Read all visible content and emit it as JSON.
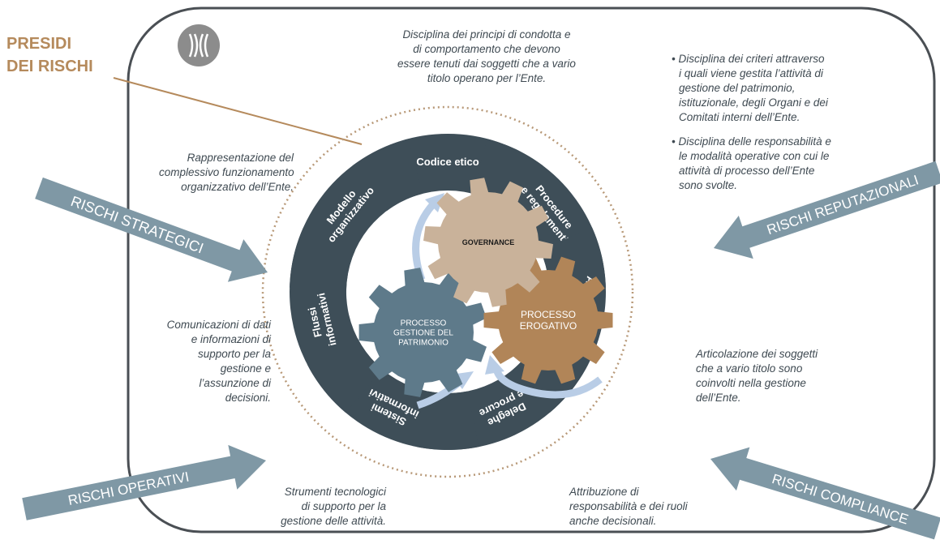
{
  "title": {
    "line1": "PRESIDI",
    "line2": "DEI RISCHI"
  },
  "colors": {
    "slate": "#3e4e58",
    "tan": "#c9b29a",
    "bronze": "#b18558",
    "steel": "#5e7a8a",
    "risk_arrow": "#7f98a5",
    "cycle_arrow": "#b9cde6",
    "dotted": "#b89978",
    "frame": "#4a4f54"
  },
  "logo": {
    "icon": "ornament-logo-icon"
  },
  "segments": [
    {
      "id": "codice-etico",
      "lines": [
        "Codice etico"
      ]
    },
    {
      "id": "procedure",
      "lines": [
        "Procedure",
        "e regolamenti"
      ]
    },
    {
      "id": "assetto",
      "lines": [
        "Assetto e struttura",
        "organizzativa"
      ]
    },
    {
      "id": "deleghe",
      "lines": [
        "Deleghe",
        "e procure"
      ]
    },
    {
      "id": "sistemi",
      "lines": [
        "Sistemi",
        "informativi"
      ]
    },
    {
      "id": "flussi",
      "lines": [
        "Flussi",
        "informativi"
      ]
    },
    {
      "id": "modello",
      "lines": [
        "Modello",
        "organizzativo"
      ]
    }
  ],
  "gears": {
    "governance": [
      "GOVERNANCE"
    ],
    "patrimonio": [
      "PROCESSO",
      "GESTIONE DEL",
      "PATRIMONIO"
    ],
    "erogativo": [
      "PROCESSO",
      "EROGATIVO"
    ]
  },
  "risks": {
    "strategici": "RISCHI STRATEGICI",
    "reputazionali": "RISCHI REPUTAZIONALI",
    "operativi": "RISCHI OPERATIVI",
    "compliance": "RISCHI COMPLIANCE"
  },
  "notes": {
    "codice": [
      "Disciplina dei principi di condotta e",
      "di comportamento che devono",
      "essere tenuti dai soggetti che a vario",
      "titolo operano per l’Ente."
    ],
    "procedure_1": [
      "Disciplina dei criteri attraverso",
      "i quali viene gestita l’attività di",
      "gestione del patrimonio,",
      "istituzionale, degli Organi e dei",
      "Comitati interni dell’Ente."
    ],
    "procedure_2": [
      "Disciplina delle responsabilità e",
      "le modalità operative con cui le",
      "attività di processo dell’Ente",
      "sono svolte."
    ],
    "modello": [
      "Rappresentazione del",
      "complessivo funzionamento",
      "organizzativo dell’Ente."
    ],
    "flussi": [
      "Comunicazioni di dati",
      "e informazioni di",
      "supporto per la",
      "gestione e",
      "l’assunzione di",
      "decisioni."
    ],
    "assetto": [
      "Articolazione dei soggetti",
      "che a vario titolo sono",
      "coinvolti  nella gestione",
      "dell’Ente."
    ],
    "sistemi": [
      "Strumenti tecnologici",
      "di supporto per la",
      "gestione delle attività."
    ],
    "deleghe": [
      "Attribuzione di",
      "responsabilità e dei ruoli",
      "anche decisionali."
    ]
  }
}
